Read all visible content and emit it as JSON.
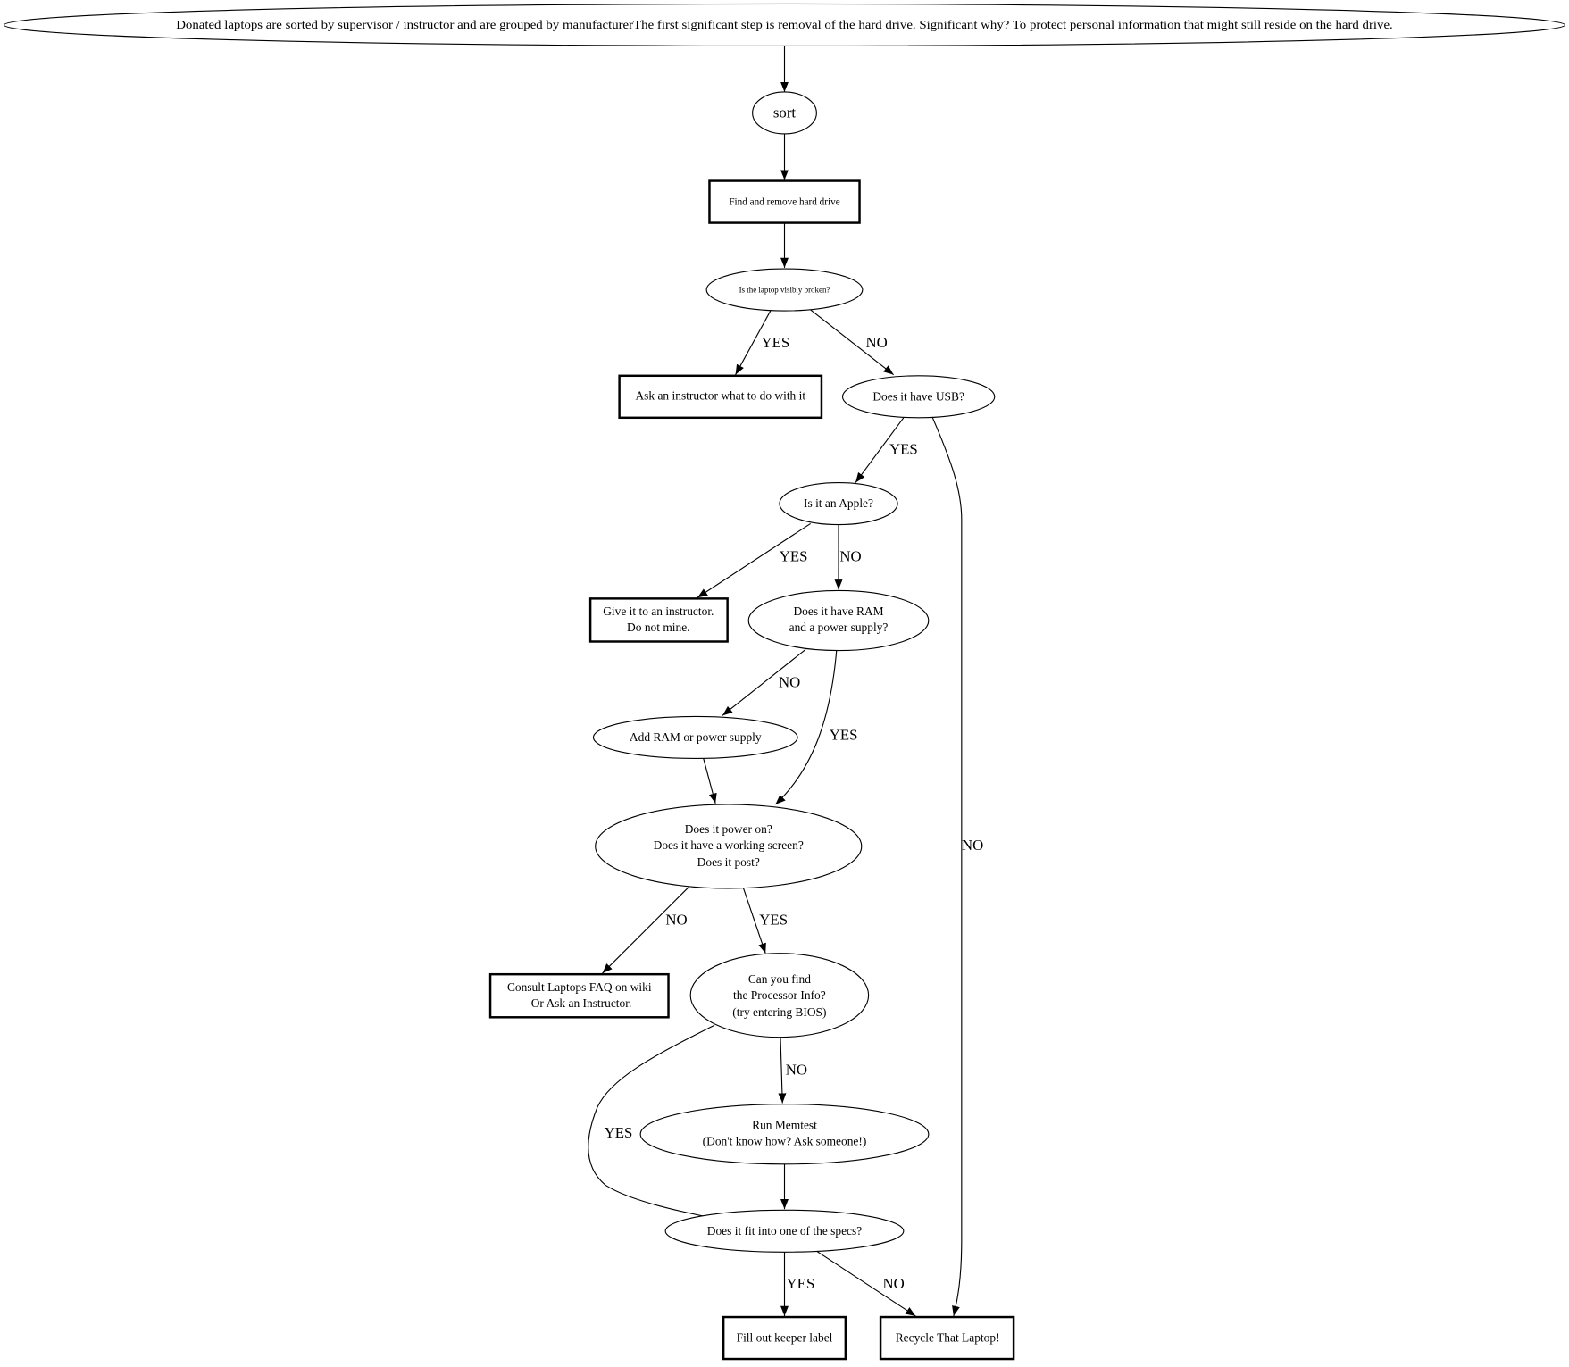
{
  "colors": {
    "stroke": "#000000",
    "background": "#ffffff"
  },
  "nodes": {
    "intro": "Donated laptops are sorted by supervisor / instructor and are grouped by manufacturerThe first significant step is removal of the hard drive. Significant why? To protect personal information that might still reside on the hard drive.",
    "sort": "sort",
    "remove_drive": "Find and remove hard drive",
    "visibly_broken": "Is the laptop visibly broken?",
    "ask_instructor": "Ask an instructor what to do with it",
    "has_usb": "Does it have USB?",
    "is_apple": "Is it an Apple?",
    "give_instructor": [
      "Give it to an instructor.",
      "Do not mine."
    ],
    "ram_power": [
      "Does it have RAM",
      "and a power supply?"
    ],
    "add_ram": "Add RAM or power supply",
    "power_on": [
      "Does it power on?",
      "Does it have a working screen?",
      "Does it post?"
    ],
    "consult_faq": [
      "Consult Laptops FAQ on wiki",
      "Or Ask an Instructor."
    ],
    "processor_info": [
      "Can you find",
      "the Processor Info?",
      "(try entering BIOS)"
    ],
    "memtest": [
      "Run Memtest",
      "(Don't know how?  Ask someone!)"
    ],
    "fit_specs": "Does it fit into one of the specs?",
    "keeper_label": "Fill out keeper label",
    "recycle": "Recycle That Laptop!"
  },
  "edge_labels": {
    "broken_yes": "YES",
    "broken_no": "NO",
    "usb_yes": "YES",
    "usb_no": "NO",
    "apple_yes": "YES",
    "apple_no": "NO",
    "ram_no": "NO",
    "ram_yes": "YES",
    "power_no": "NO",
    "power_yes": "YES",
    "proc_no": "NO",
    "proc_yes": "YES",
    "specs_yes": "YES",
    "specs_no": "NO"
  }
}
